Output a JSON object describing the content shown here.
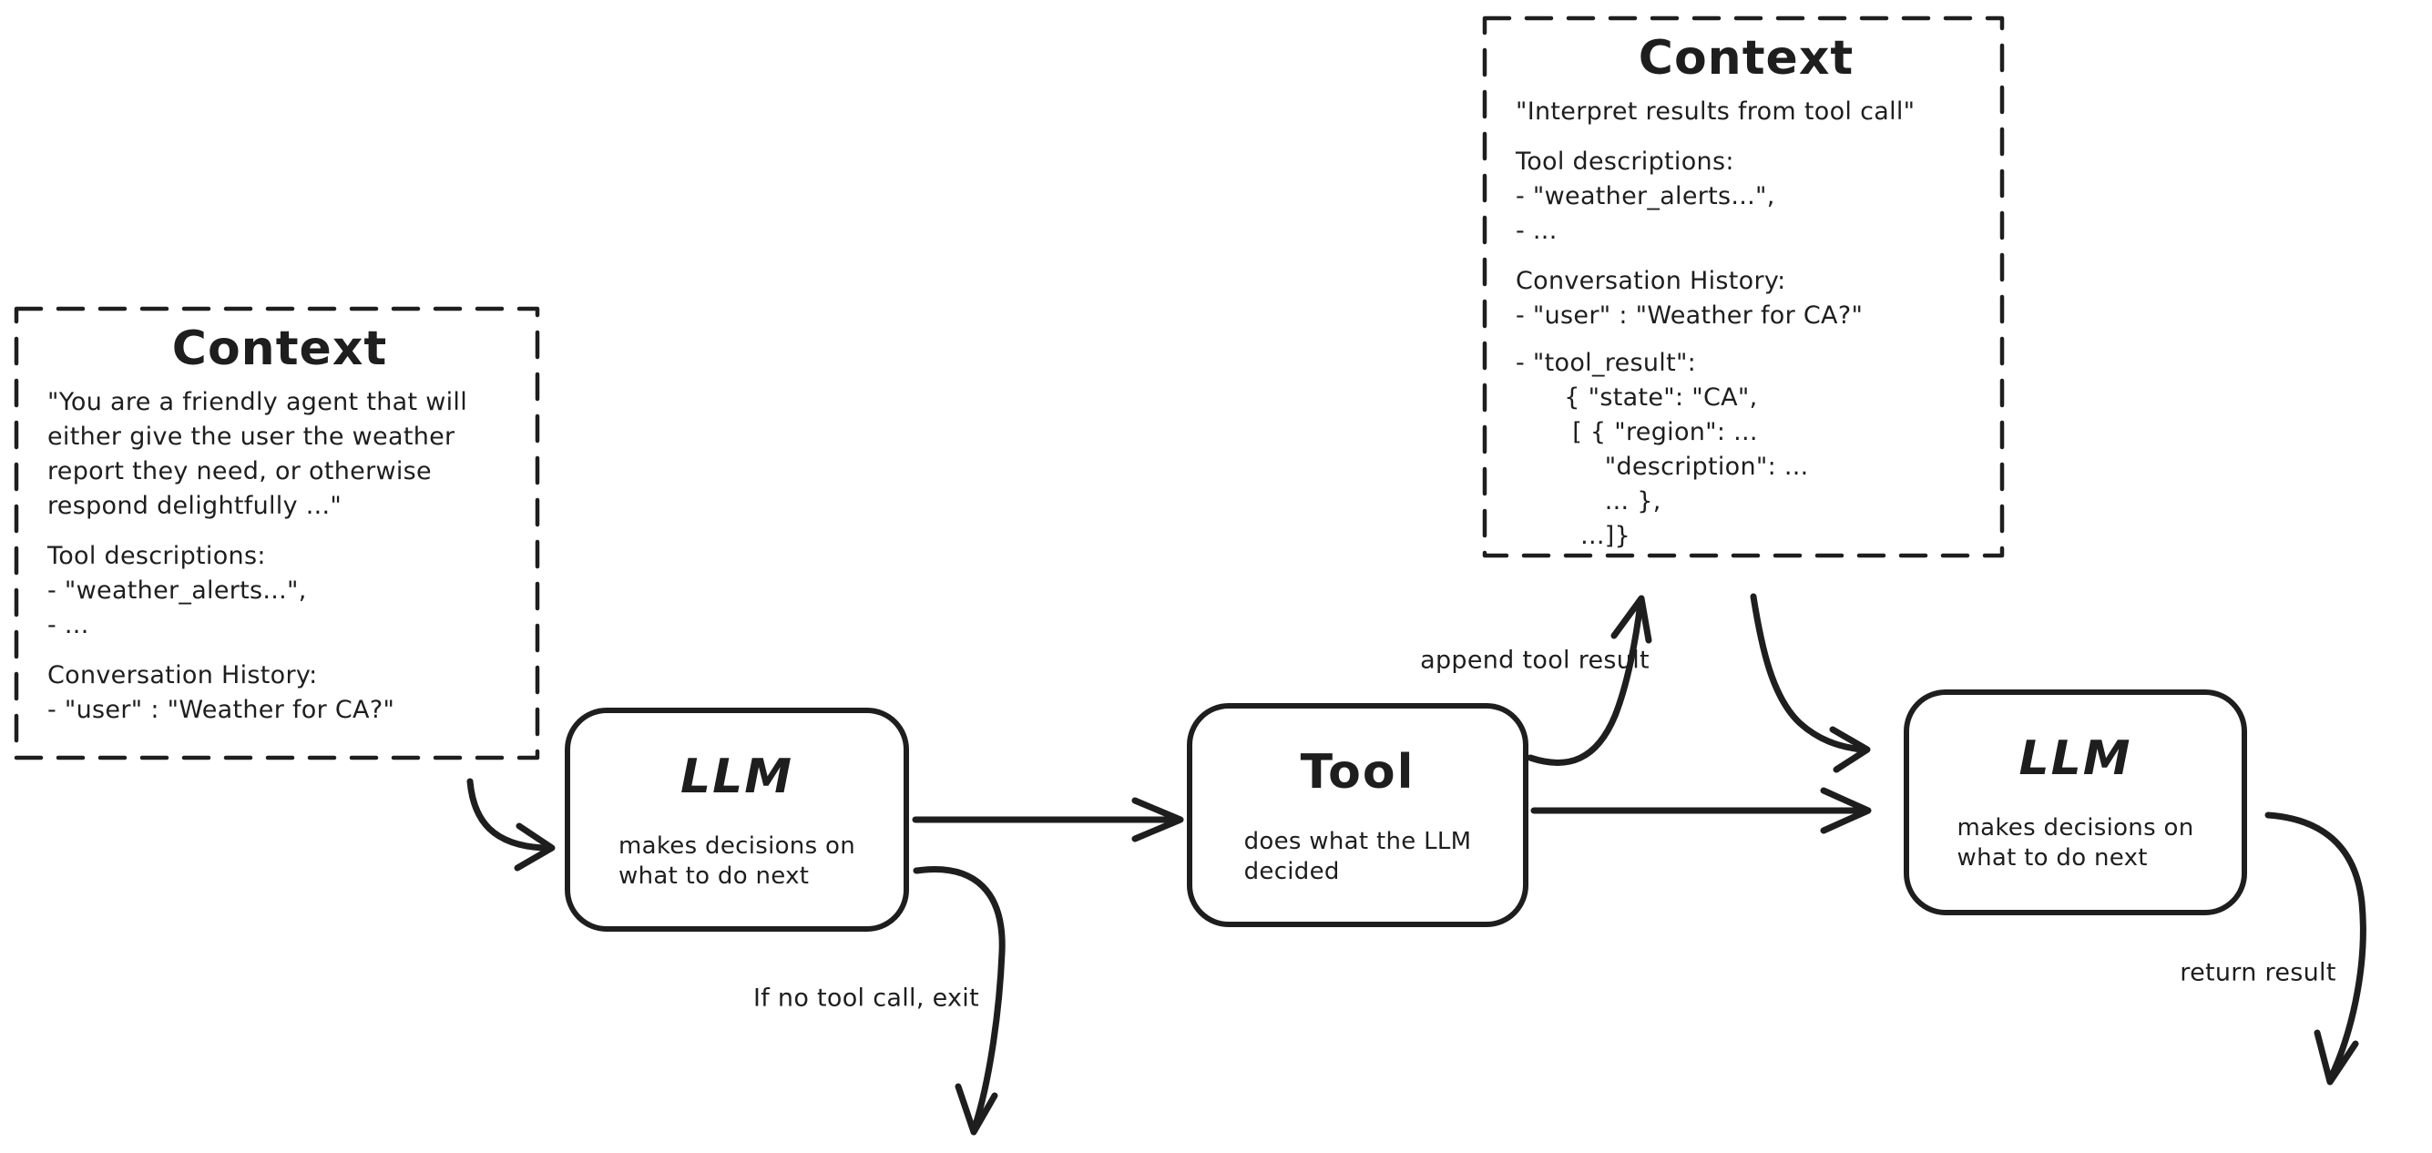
{
  "canvas": {
    "background": "#ffffff",
    "ink_color": "#1e1e1e"
  },
  "boxes": {
    "context_left": {
      "title": "Context",
      "sections": [
        "\"You are a friendly agent that will\neither give the user the weather\nreport they need, or otherwise\nrespond delightfully ...\"",
        "Tool descriptions:\n- \"weather_alerts...\",\n- ...",
        "Conversation History:\n- \"user\" : \"Weather for CA?\""
      ]
    },
    "context_right": {
      "title": "Context",
      "sections": [
        "\"Interpret results from tool call\"",
        "Tool descriptions:\n- \"weather_alerts...\",\n- ...",
        "Conversation History:\n- \"user\" : \"Weather for CA?\"",
        "- \"tool_result\":\n      { \"state\": \"CA\",\n       [ { \"region\": ...\n           \"description\": ...\n           ... },\n        ...]}"
      ]
    }
  },
  "nodes": {
    "llm_first": {
      "title": "LLM",
      "subtitle": "makes decisions on\nwhat to do next"
    },
    "tool": {
      "title": "Tool",
      "subtitle": "does what the LLM\ndecided"
    },
    "llm_second": {
      "title": "LLM",
      "subtitle": "makes decisions on\nwhat to do next"
    }
  },
  "labels": {
    "append_tool_result": "append tool result",
    "no_tool_call_exit": "If no tool call, exit",
    "return_result": "return result"
  }
}
